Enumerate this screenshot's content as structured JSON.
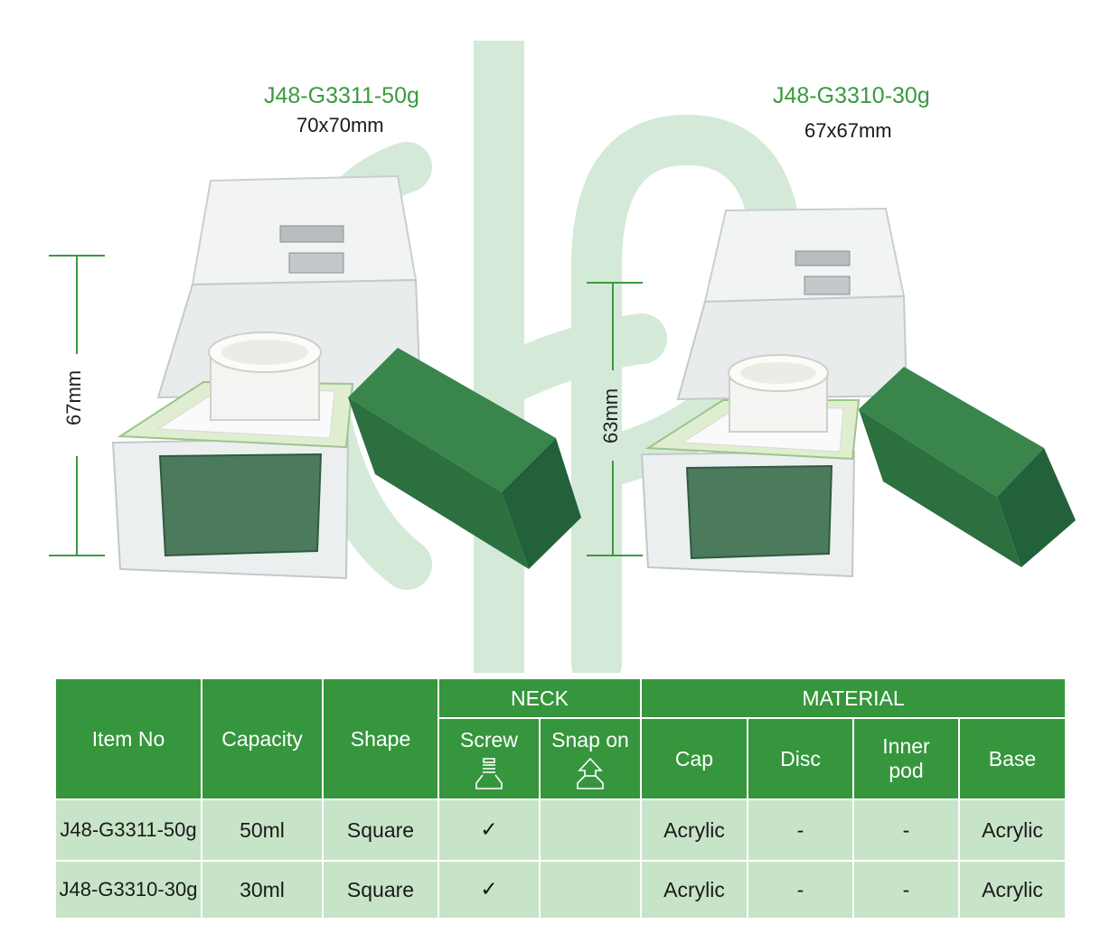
{
  "products": [
    {
      "item_no": "J48-G3311-50g",
      "size": "70x70mm",
      "height": "67mm"
    },
    {
      "item_no": "J48-G3310-30g",
      "size": "67x67mm",
      "height": "63mm"
    }
  ],
  "table": {
    "headers": {
      "item_no": "Item No",
      "capacity": "Capacity",
      "shape": "Shape",
      "neck": "NECK",
      "screw": "Screw",
      "snap_on": "Snap on",
      "material": "MATERIAL",
      "cap": "Cap",
      "disc": "Disc",
      "inner_pod": "Inner pod",
      "base": "Base"
    },
    "rows": [
      {
        "item_no": "J48-G3311-50g",
        "capacity": "50ml",
        "shape": "Square",
        "screw": "✓",
        "snap_on": "",
        "cap": "Acrylic",
        "disc": "-",
        "inner_pod": "-",
        "base": "Acrylic"
      },
      {
        "item_no": "J48-G3310-30g",
        "capacity": "30ml",
        "shape": "Square",
        "screw": "✓",
        "snap_on": "",
        "cap": "Acrylic",
        "disc": "-",
        "inner_pod": "-",
        "base": "Acrylic"
      }
    ]
  },
  "colors": {
    "brand_green": "#36963d",
    "row_fill": "#c8e4c8",
    "cap_green": "#2f7a3f",
    "watermark": "#d5e9d8"
  }
}
